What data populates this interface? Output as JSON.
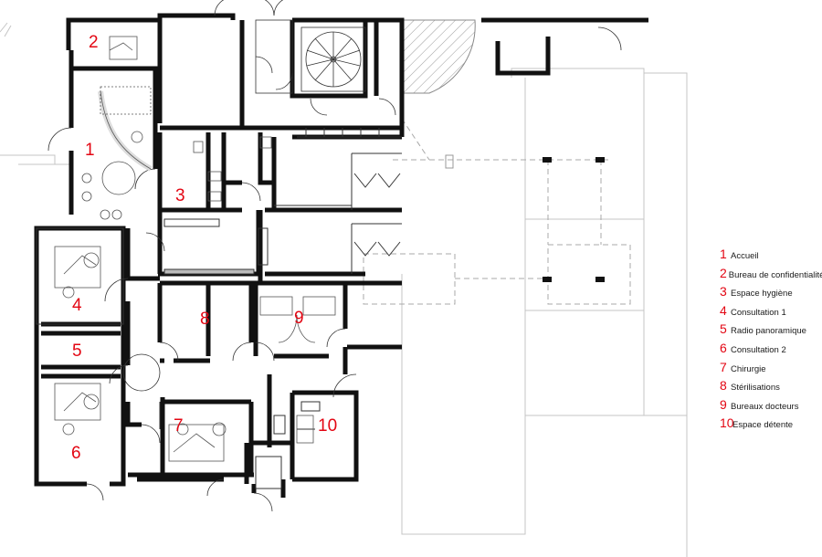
{
  "room_numbers": [
    "1",
    "2",
    "3",
    "4",
    "5",
    "6",
    "7",
    "8",
    "9",
    "10"
  ],
  "legend": [
    {
      "num": "1",
      "label": "Accueil"
    },
    {
      "num": "2",
      "label": "Bureau de confidentialité"
    },
    {
      "num": "3",
      "label": "Espace hygiène"
    },
    {
      "num": "4",
      "label": "Consultation 1"
    },
    {
      "num": "5",
      "label": "Radio panoramique"
    },
    {
      "num": "6",
      "label": "Consultation 2"
    },
    {
      "num": "7",
      "label": "Chirurgie"
    },
    {
      "num": "8",
      "label": "Stérilisations"
    },
    {
      "num": "9",
      "label": "Bureaux docteurs"
    },
    {
      "num": "10",
      "label": "Espace détente"
    }
  ],
  "colors": {
    "label_red": "#e30613",
    "wall": "#111111",
    "outline_grey": "#bdbdbd"
  }
}
